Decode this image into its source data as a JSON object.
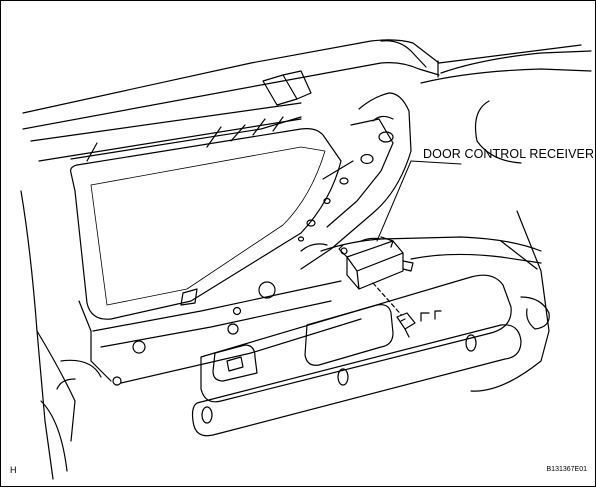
{
  "figure": {
    "callout_label": "DOOR CONTROL RECEIVER",
    "corner_mark": "H",
    "figure_code": "B131367E01"
  },
  "icons": {
    "component": "door-control-receiver-icon",
    "fastener": "bolt-icon"
  }
}
